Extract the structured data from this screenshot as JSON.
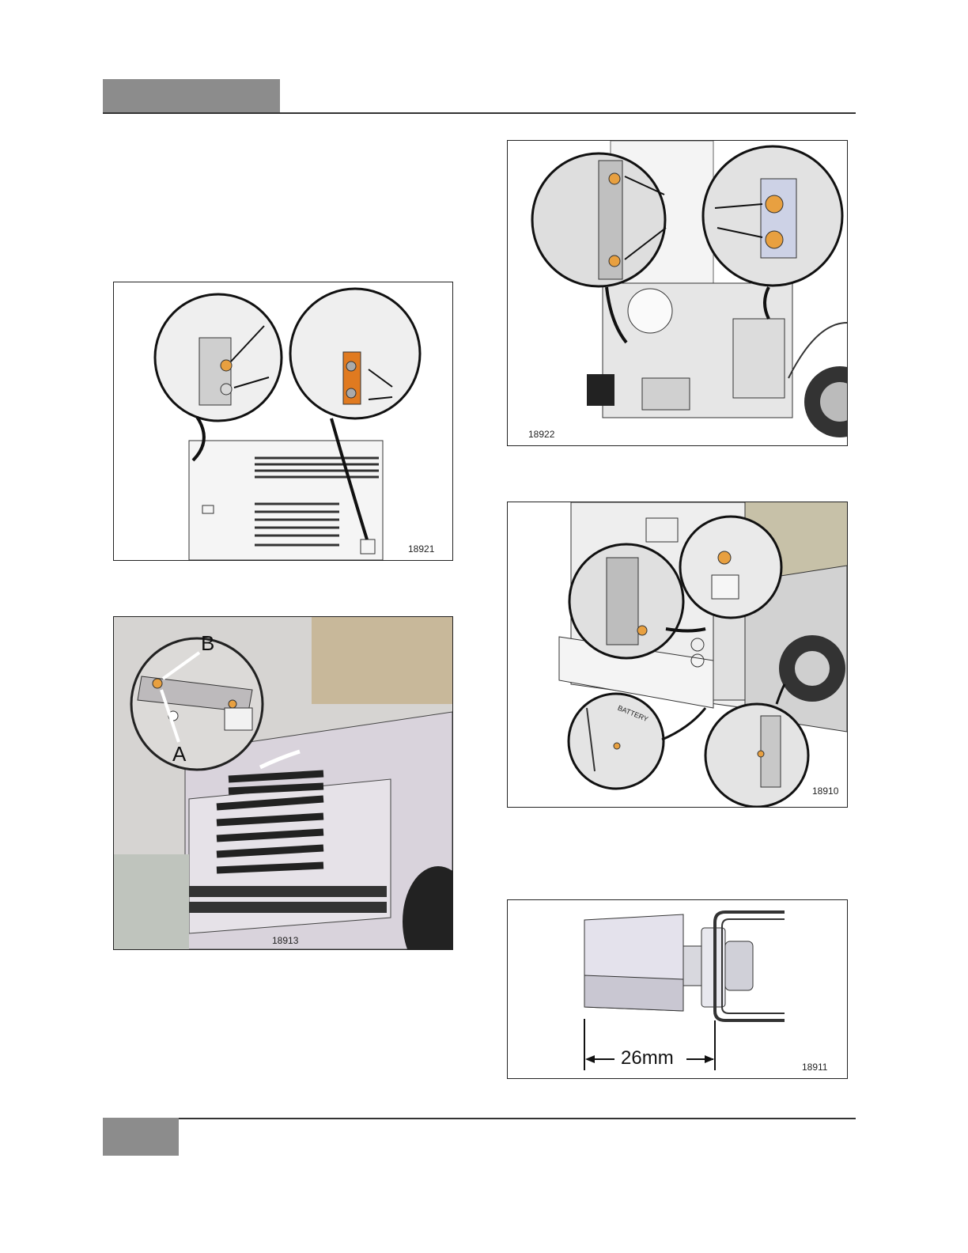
{
  "figures": {
    "fig1": {
      "number": "18921"
    },
    "fig2": {
      "number": "18913",
      "callout_b": "B",
      "callout_a": "A"
    },
    "fig3": {
      "number": "18922"
    },
    "fig4": {
      "number": "18910",
      "battery_label": "BATTERY"
    },
    "fig5": {
      "number": "18911",
      "dimension": "26mm"
    }
  },
  "colors": {
    "header_tab": "#8c8c8c",
    "bolt_highlight": "#e8a040",
    "bracket_highlight": "#e07a20"
  }
}
